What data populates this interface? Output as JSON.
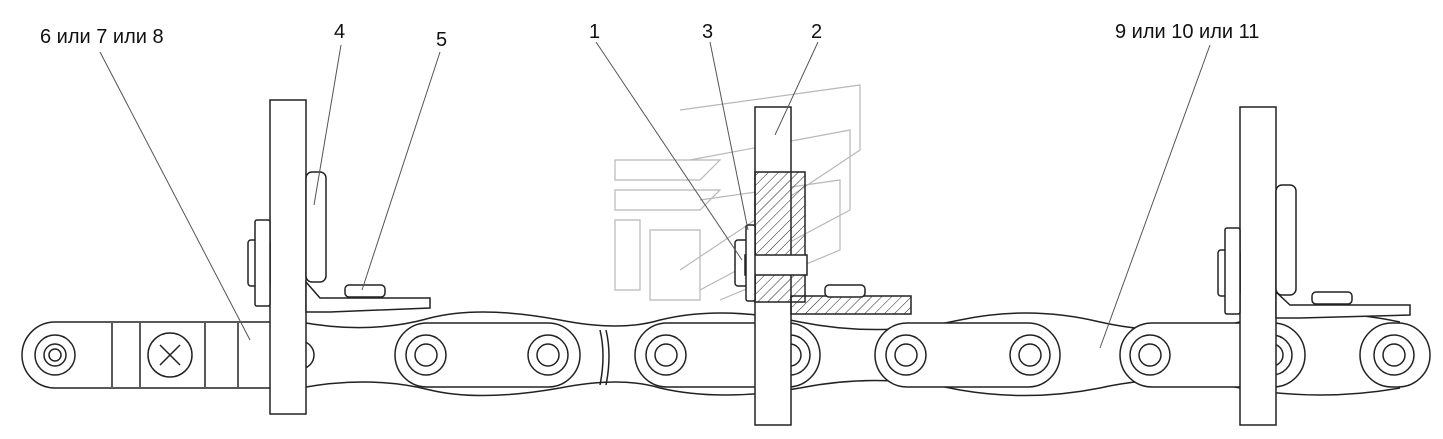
{
  "labels": {
    "l1": "1",
    "l2": "2",
    "l3": "3",
    "l4": "4",
    "l5": "5",
    "l678": "6 или 7 или 8",
    "l91011": "9 или 10 или 11"
  },
  "colors": {
    "line": "#222222",
    "leader": "#555555",
    "background": "#ffffff",
    "watermark": "#b8b8b8"
  }
}
